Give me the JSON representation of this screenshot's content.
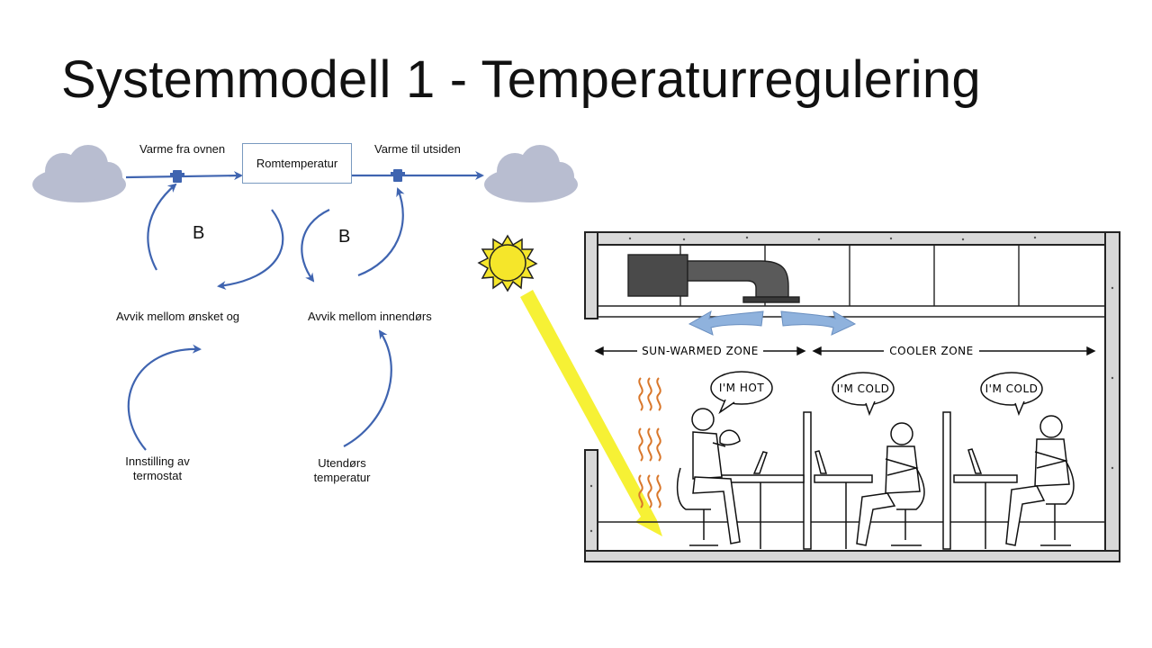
{
  "title": "Systemmodell 1 - Temperaturregulering",
  "stock": {
    "label": "Romtemperatur"
  },
  "flows": {
    "inflow_label": "Varme fra ovnen",
    "outflow_label": "Varme til utsiden"
  },
  "auxiliaries": {
    "gap_desired": "Avvik mellom ønsket og",
    "gap_outdoor": "Avvik mellom innendørs",
    "thermostat": [
      "Innstilling av",
      "termostat"
    ],
    "outdoor_temp": [
      "Utendørs",
      "temperatur"
    ]
  },
  "loops": {
    "left": "B",
    "right": "B"
  },
  "illustration": {
    "zone_warm": "SUN-WARMED ZONE",
    "zone_cool": "COOLER ZONE",
    "bubble_hot": "I'M HOT",
    "bubble_cold_1": "I'M COLD",
    "bubble_cold_2": "I'M COLD"
  },
  "colors": {
    "arrow": "#3f64b0",
    "cloud": "#b8bdd0",
    "sun": "#f5e62a",
    "beam": "#f5f02a"
  }
}
